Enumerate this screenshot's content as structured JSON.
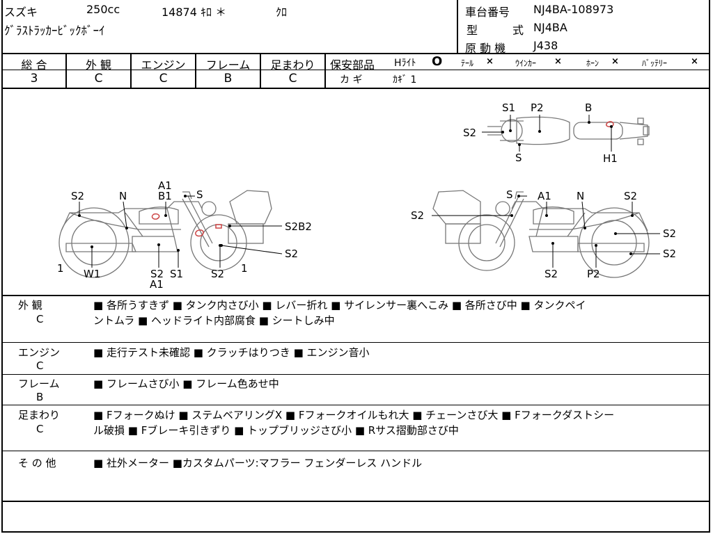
{
  "header": {
    "maker": "スズキ",
    "displacement": "250cc",
    "mileage": "14874 ｷﾛ ＊",
    "color": "ｸﾛ",
    "model_name": "ｸﾞﾗｽﾄﾗｯｶｰﾋﾞｯｸﾎﾞｰｲ",
    "frame_no_label": "車台番号",
    "frame_no": "NJ4BA-108973",
    "model_label_1": "型",
    "model_label_2": "式",
    "model_code": "NJ4BA",
    "engine_label": "原 動 機",
    "engine_code": "J438"
  },
  "grades": {
    "cols": [
      {
        "label": "総 合",
        "value": "3"
      },
      {
        "label": "外 観",
        "value": "C"
      },
      {
        "label": "エンジン",
        "value": "C"
      },
      {
        "label": "フレーム",
        "value": "B"
      },
      {
        "label": "足まわり",
        "value": "C"
      }
    ],
    "safety_label": "保安部品",
    "safety_items": [
      {
        "label": "Hﾗｲﾄ",
        "mark": "O"
      },
      {
        "label": "ﾃｰﾙ",
        "mark": "×"
      },
      {
        "label": "ｳｲﾝｶｰ",
        "mark": "×"
      },
      {
        "label": "ﾎｰﾝ",
        "mark": "×"
      },
      {
        "label": "ﾊﾞｯﾃﾘｰ",
        "mark": "×"
      }
    ],
    "key_label": "カ  ギ",
    "key_value": "ｶｷﾞ 1"
  },
  "diagram": {
    "top_labels": [
      "S1",
      "P2",
      "B",
      "S2",
      "S",
      "H1"
    ],
    "left_labels": [
      "A1",
      "B1",
      "S",
      "S2",
      "N",
      "S2B2",
      "S2",
      "1",
      "W1",
      "S2",
      "A1",
      "S1",
      "S2",
      "1"
    ],
    "right_labels": [
      "S",
      "A1",
      "N",
      "S2",
      "S2",
      "S2",
      "S2",
      "S2",
      "P2"
    ]
  },
  "notes": [
    {
      "label": "外  観",
      "grade": "C",
      "lines": [
        "■ 各所うすきず ■ タンク内さび小 ■ レバー折れ ■ サイレンサー裏へこみ ■ 各所さび中 ■ タンクペイ",
        "ントムラ ■ ヘッドライト内部腐食 ■ シートしみ中"
      ]
    },
    {
      "label": "エンジン",
      "grade": "C",
      "lines": [
        "■ 走行テスト未確認 ■ クラッチはりつき ■ エンジン音小"
      ]
    },
    {
      "label": "フレーム",
      "grade": "B",
      "lines": [
        "■ フレームさび小 ■ フレーム色あせ中"
      ]
    },
    {
      "label": "足まわり",
      "grade": "C",
      "lines": [
        "■ Fフォークぬけ ■ ステムベアリングX ■ Fフォークオイルもれ大 ■ チェーンさび大 ■ Fフォークダストシー",
        "ル破損 ■ Fブレーキ引きずり ■ トップブリッジさび小 ■ Rサス摺動部さび中"
      ]
    },
    {
      "label": "そ の 他",
      "grade": "",
      "lines": [
        "■ 社外メーター ■カスタムパーツ:マフラー フェンダーレス ハンドル"
      ]
    }
  ]
}
